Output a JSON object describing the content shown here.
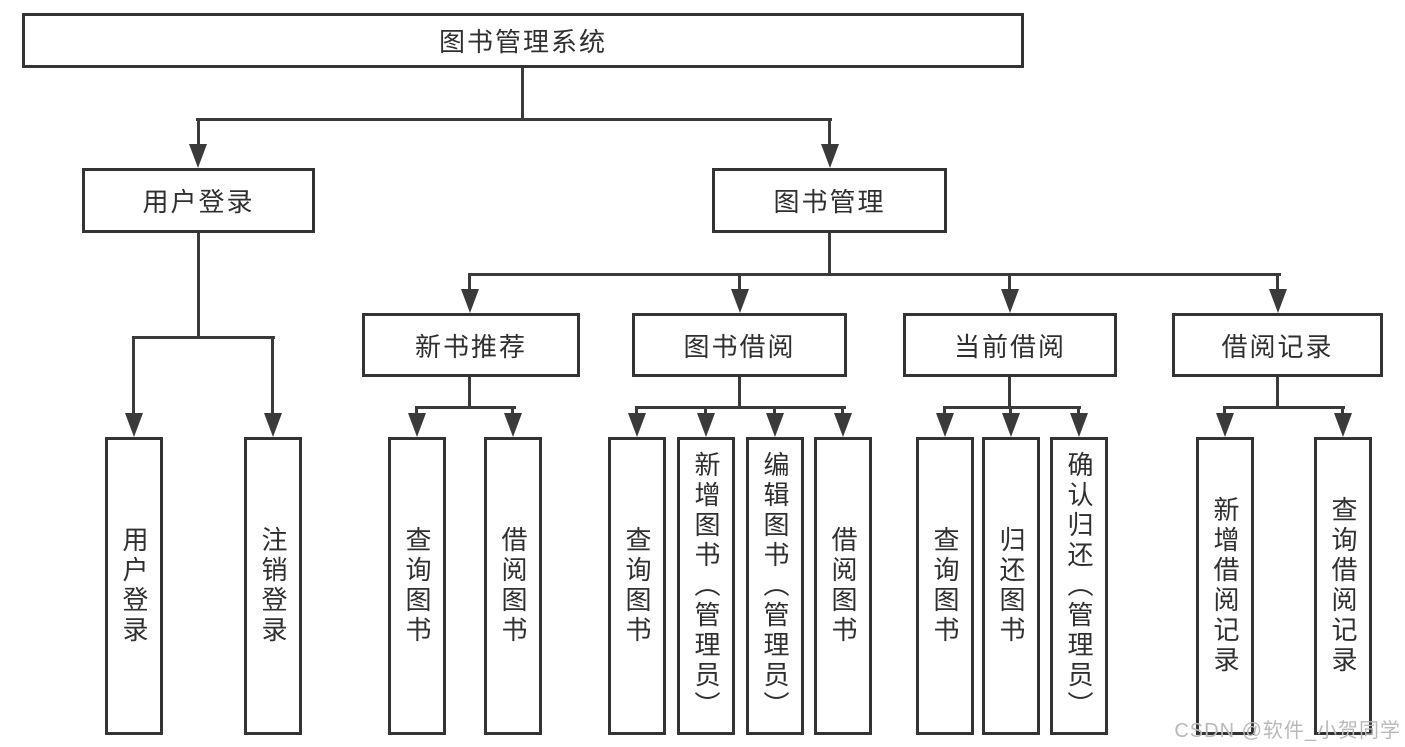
{
  "colors": {
    "line": "#3a3a3a",
    "border": "#333333",
    "text": "#2f2f2f",
    "watermark": "#b9b9b9",
    "background": "#ffffff"
  },
  "watermark": {
    "text": "CSDN @软件_小贺同学"
  },
  "tree": {
    "root": {
      "label": "图书管理系统"
    },
    "branches": [
      {
        "label": "用户登录",
        "children": [
          {
            "label": "用户登录"
          },
          {
            "label": "注销登录"
          }
        ]
      },
      {
        "label": "图书管理",
        "groups": [
          {
            "label": "新书推荐",
            "children": [
              {
                "label": "查询图书"
              },
              {
                "label": "借阅图书"
              }
            ]
          },
          {
            "label": "图书借阅",
            "children": [
              {
                "label": "查询图书"
              },
              {
                "label": "新增图书（管理员）"
              },
              {
                "label": "编辑图书（管理员）"
              },
              {
                "label": "借阅图书"
              }
            ]
          },
          {
            "label": "当前借阅",
            "children": [
              {
                "label": "查询图书"
              },
              {
                "label": "归还图书"
              },
              {
                "label": "确认归还（管理员）"
              }
            ]
          },
          {
            "label": "借阅记录",
            "children": [
              {
                "label": "新增借阅记录"
              },
              {
                "label": "查询借阅记录"
              }
            ]
          }
        ]
      }
    ]
  }
}
